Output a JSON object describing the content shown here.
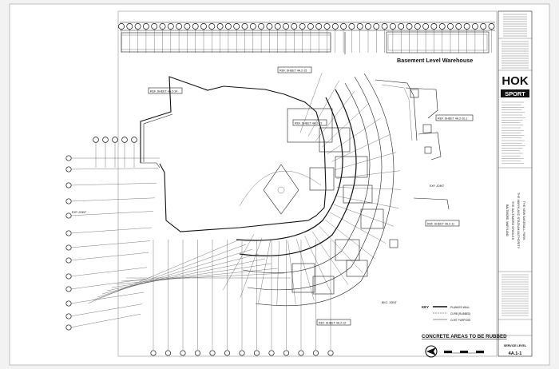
{
  "drawing": {
    "warehouse_label": "Basement Level Warehouse",
    "ref_sheets": [
      "REF. SHEET 4A.2-14",
      "REF. SHEET 4A.2-15",
      "REF. SHEET 4A.2-17",
      "REF. SHEET 4A.2-10,1",
      "REF. SHEET 4A.2-11",
      "REF. SHEET 4A.2-12"
    ],
    "concrete_note": "CONCRETE AREAS TO BE RUBBED",
    "key_label": "KEY",
    "key_items": [
      "PLANKED WALL",
      "CURB (RUBBED)",
      "COST PURPOSE"
    ],
    "arrow_labels": [
      "EXP. JOINT",
      "BKG. JOINT"
    ]
  },
  "title_block": {
    "firm_logo": "HOK",
    "firm_division": "SPORT",
    "project_lines": [
      "THE NEW BASEBALL PARK",
      "THE MARYLAND STADIUM AUTHORITY",
      "THE BALTIMORE ORIOLES",
      "BALTIMORE, MARYLAND"
    ],
    "level_title": "SERVICE LEVEL",
    "sheet_number": "4A.1-1"
  },
  "colors": {
    "paper": "#ffffff",
    "ink": "#111111",
    "background": "#f2f2f2"
  }
}
